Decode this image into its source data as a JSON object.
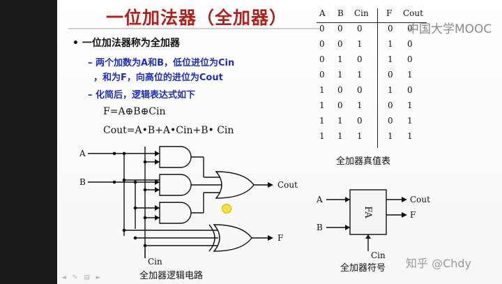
{
  "slide": {
    "title": "一位加法器（全加器）",
    "bullet": "一位加法器称为全加器",
    "sub1_line1": "– 两个加数为A和B，低位进位为Cin",
    "sub1_line2": "，和为F，向高位的进位为Cout",
    "sub2": "– 化简后，逻辑表达式如下",
    "eq1": "F=A⊕B⊕Cin",
    "eq2": "Cout=A•B+A•Cin+B• Cin"
  },
  "truth_table": {
    "headers": [
      "A",
      "B",
      "Cin",
      "F",
      "Cout"
    ],
    "rows": [
      [
        "0",
        "0",
        "0",
        "0",
        "0"
      ],
      [
        "0",
        "0",
        "1",
        "1",
        "0"
      ],
      [
        "0",
        "1",
        "0",
        "1",
        "0"
      ],
      [
        "0",
        "1",
        "1",
        "0",
        "1"
      ],
      [
        "1",
        "0",
        "0",
        "1",
        "0"
      ],
      [
        "1",
        "0",
        "1",
        "0",
        "1"
      ],
      [
        "1",
        "1",
        "0",
        "0",
        "1"
      ],
      [
        "1",
        "1",
        "1",
        "1",
        "1"
      ]
    ],
    "caption": "全加器真值表"
  },
  "circuit": {
    "input_a": "A",
    "input_b": "B",
    "input_cin": "Cin",
    "output_cout": "Cout",
    "output_f": "F",
    "caption": "全加器逻辑电路"
  },
  "symbol": {
    "label": "FA",
    "input_a": "A",
    "input_b": "B",
    "input_cin": "Cin",
    "output_cout": "Cout",
    "output_f": "F",
    "caption": "全加器符号"
  },
  "watermarks": {
    "top": "中国大学MOOC",
    "bottom": "知乎 @Chdy"
  },
  "player_controls": "◄ ✎ ▤ ►"
}
